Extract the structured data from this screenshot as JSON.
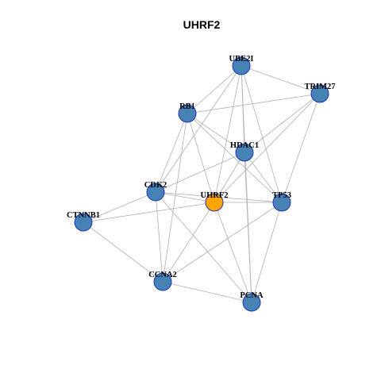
{
  "title": "UHRF2",
  "colors": {
    "default_node": "#4682b4",
    "highlight_node": "#ffa500",
    "node_border": "#2233bb",
    "edge": "#b0b0b0"
  },
  "nodes": [
    {
      "id": "UBE2I",
      "label": "UBE2I",
      "highlight": false
    },
    {
      "id": "TRIM27",
      "label": "TRIM27",
      "highlight": false
    },
    {
      "id": "RB1",
      "label": "RB1",
      "highlight": false
    },
    {
      "id": "HDAC1",
      "label": "HDAC1",
      "highlight": false
    },
    {
      "id": "CDK2",
      "label": "CDK2",
      "highlight": false
    },
    {
      "id": "UHRF2",
      "label": "UHRF2",
      "highlight": true
    },
    {
      "id": "TP53",
      "label": "TP53",
      "highlight": false
    },
    {
      "id": "CTNNB1",
      "label": "CTNNB1",
      "highlight": false
    },
    {
      "id": "CCNA2",
      "label": "CCNA2",
      "highlight": false
    },
    {
      "id": "PCNA",
      "label": "PCNA",
      "highlight": false
    }
  ],
  "edges": [
    [
      "UBE2I",
      "TRIM27"
    ],
    [
      "UBE2I",
      "RB1"
    ],
    [
      "UBE2I",
      "HDAC1"
    ],
    [
      "UBE2I",
      "UHRF2"
    ],
    [
      "UBE2I",
      "TP53"
    ],
    [
      "UBE2I",
      "PCNA"
    ],
    [
      "UBE2I",
      "CDK2"
    ],
    [
      "TRIM27",
      "RB1"
    ],
    [
      "TRIM27",
      "HDAC1"
    ],
    [
      "TRIM27",
      "TP53"
    ],
    [
      "TRIM27",
      "UHRF2"
    ],
    [
      "RB1",
      "HDAC1"
    ],
    [
      "RB1",
      "CDK2"
    ],
    [
      "RB1",
      "UHRF2"
    ],
    [
      "RB1",
      "TP53"
    ],
    [
      "RB1",
      "CCNA2"
    ],
    [
      "HDAC1",
      "CDK2"
    ],
    [
      "HDAC1",
      "UHRF2"
    ],
    [
      "HDAC1",
      "TP53"
    ],
    [
      "HDAC1",
      "PCNA"
    ],
    [
      "CDK2",
      "UHRF2"
    ],
    [
      "CDK2",
      "TP53"
    ],
    [
      "CDK2",
      "CTNNB1"
    ],
    [
      "CDK2",
      "CCNA2"
    ],
    [
      "CDK2",
      "PCNA"
    ],
    [
      "UHRF2",
      "TP53"
    ],
    [
      "UHRF2",
      "CTNNB1"
    ],
    [
      "UHRF2",
      "CCNA2"
    ],
    [
      "UHRF2",
      "PCNA"
    ],
    [
      "TP53",
      "CCNA2"
    ],
    [
      "TP53",
      "PCNA"
    ],
    [
      "CTNNB1",
      "CCNA2"
    ],
    [
      "CCNA2",
      "PCNA"
    ]
  ]
}
